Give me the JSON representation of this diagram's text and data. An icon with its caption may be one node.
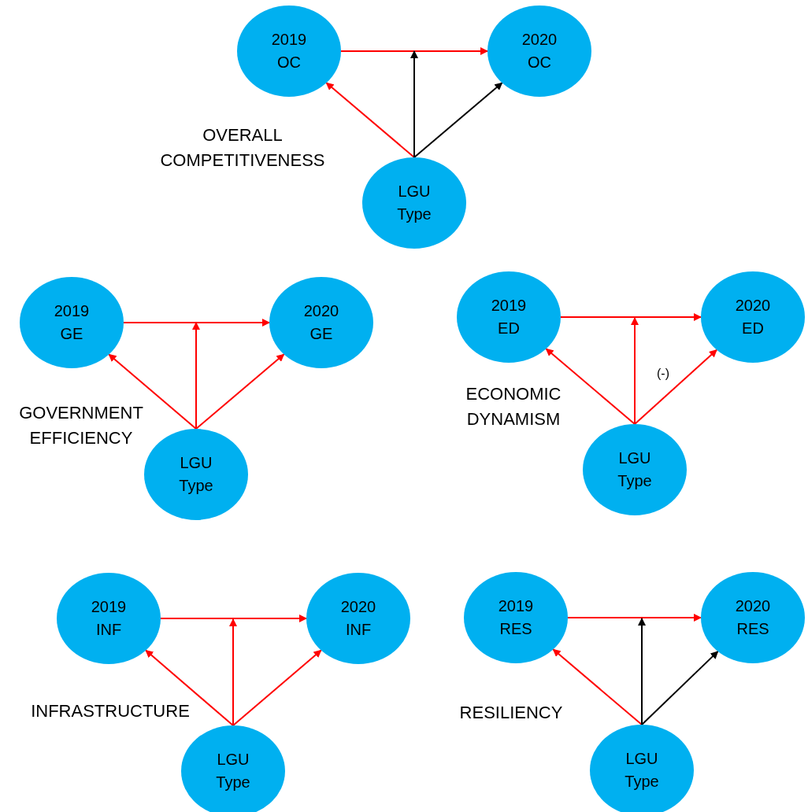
{
  "diagram": {
    "nodes": [
      {
        "text": [
          "2019 OC"
        ]
      },
      {
        "text": [
          "2020 OC"
        ]
      },
      {
        "text": [
          "LGU Type"
        ]
      },
      {
        "text": [
          "2019 GE"
        ]
      },
      {
        "text": [
          "2020 GE"
        ]
      },
      {
        "text": [
          "LGU Type"
        ]
      },
      {
        "text": [
          "2019 ED"
        ]
      },
      {
        "text": [
          "2020 ED"
        ]
      },
      {
        "text": [
          "LGU Type"
        ]
      },
      {
        "text": [
          "2019 INF"
        ]
      },
      {
        "text": [
          "2020 INF"
        ]
      },
      {
        "text": [
          "LGU Type"
        ]
      },
      {
        "text": [
          "2019 RES"
        ]
      },
      {
        "text": [
          "2020 RES"
        ]
      },
      {
        "text": [
          "LGU Type"
        ]
      }
    ],
    "edges": [
      {
        "from": 0,
        "to": 1,
        "arrow": "to"
      },
      {
        "from": 2,
        "to": 0,
        "arrow": "to"
      },
      {
        "from": 2,
        "to": null,
        "arrow": "to",
        "color": "#000000"
      },
      {
        "from": 2,
        "to": 1,
        "arrow": "to",
        "color": "#000000"
      },
      {
        "from": 3,
        "to": 4,
        "arrow": "to"
      },
      {
        "from": 5,
        "to": 3,
        "arrow": "to"
      },
      {
        "from": 5,
        "to": null,
        "arrow": "to"
      },
      {
        "from": 5,
        "to": 4,
        "arrow": "to"
      },
      {
        "from": 6,
        "to": 7,
        "arrow": "to"
      },
      {
        "from": 8,
        "to": 6,
        "arrow": "to"
      },
      {
        "from": 8,
        "to": null,
        "arrow": "to"
      },
      {
        "from": 8,
        "to": 7,
        "arrow": "to",
        "label": "(-)"
      },
      {
        "from": 9,
        "to": 10,
        "arrow": "to"
      },
      {
        "from": 11,
        "to": 9,
        "arrow": "to"
      },
      {
        "from": 11,
        "to": null,
        "arrow": "to"
      },
      {
        "from": 11,
        "to": 10,
        "arrow": "to"
      },
      {
        "from": 12,
        "to": 13,
        "arrow": "to"
      },
      {
        "from": 14,
        "to": 12,
        "arrow": "to"
      },
      {
        "from": 14,
        "to": null,
        "arrow": "to",
        "color": "#000000"
      },
      {
        "from": 14,
        "to": 13,
        "arrow": "to",
        "color": "#000000"
      }
    ],
    "labels": [
      "OVERALL COMPETITIVENESS",
      "GOVERNMENT EFFICIENCY",
      "ECONOMIC DYNAMISM",
      "INFRASTRUCTURE",
      "RESILIENCY"
    ]
  }
}
